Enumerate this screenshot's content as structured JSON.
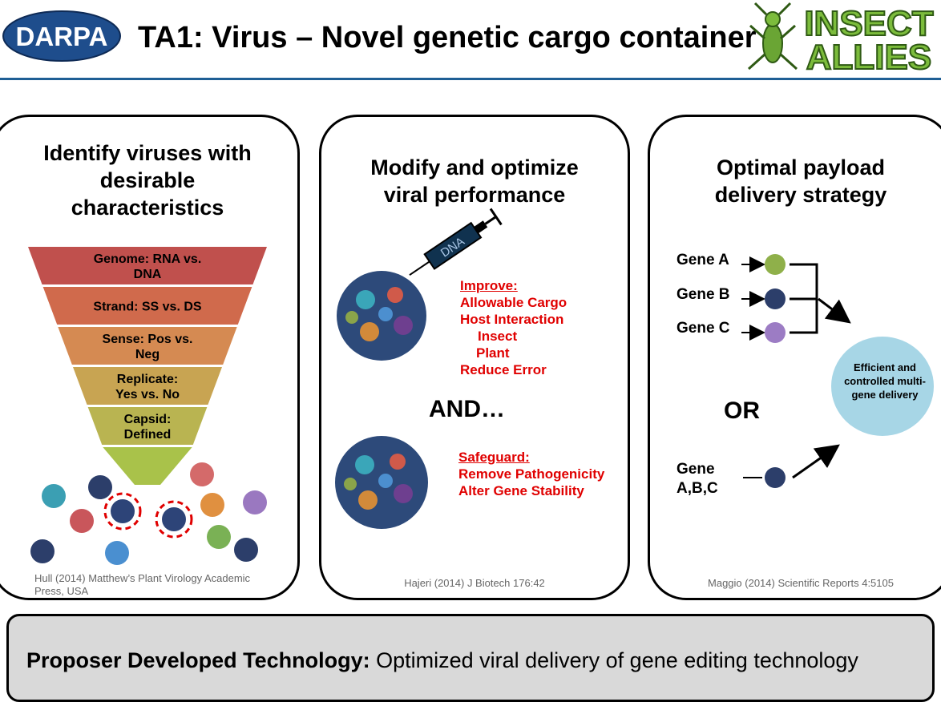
{
  "header": {
    "logo_left": "DARPA",
    "title": "TA1: Virus – Novel genetic cargo container",
    "logo_right_line1": "INSECT",
    "logo_right_line2": "ALLIES"
  },
  "panel1": {
    "title_lines": [
      "Identify viruses with",
      "desirable",
      "characteristics"
    ],
    "funnel": [
      {
        "lines": [
          "Genome: RNA vs.",
          "DNA"
        ],
        "color": "#c0504d"
      },
      {
        "lines": [
          "Strand: SS vs. DS"
        ],
        "color": "#d06a4c"
      },
      {
        "lines": [
          "Sense: Pos vs.",
          "Neg"
        ],
        "color": "#d58a52"
      },
      {
        "lines": [
          "Replicate:",
          "Yes vs. No"
        ],
        "color": "#c8a452"
      },
      {
        "lines": [
          "Capsid:",
          "Defined"
        ],
        "color": "#b9b451"
      }
    ],
    "funnel_tip_color": "#a9c24a",
    "citation_lines": [
      "Hull (2014) Matthew’s Plant Virology Academic",
      "Press, USA"
    ]
  },
  "panel2": {
    "title_lines": [
      "Modify and optimize",
      "viral performance"
    ],
    "syringe_label": "DNA",
    "improve_heading": "Improve:",
    "improve_items": [
      "Allowable Cargo",
      "Host Interaction",
      "Insect",
      "Plant",
      "Reduce Error"
    ],
    "and_text": "AND…",
    "safeguard_heading": "Safeguard:",
    "safeguard_items": [
      "Remove Pathogenicity",
      "Alter Gene Stability"
    ],
    "citation": "Hajeri (2014) J Biotech 176:42"
  },
  "panel3": {
    "title_lines": [
      "Optimal payload",
      "delivery strategy"
    ],
    "genes": [
      "Gene A",
      "Gene B",
      "Gene C"
    ],
    "or_text": "OR",
    "combined_gene_lines": [
      "Gene",
      "A,B,C"
    ],
    "result_lines": [
      "Efficient and",
      "controlled multi-",
      "gene delivery"
    ],
    "result_color": "#a7d6e6",
    "citation": "Maggio (2014) Scientific Reports 4:5105"
  },
  "bottom": {
    "label": "Proposer Developed Technology:",
    "text": " Optimized viral delivery of gene editing  technology"
  },
  "colors": {
    "accent_line": "#1f5f95",
    "red_text": "#e00000",
    "darpa_blue": "#1e4d8c"
  }
}
